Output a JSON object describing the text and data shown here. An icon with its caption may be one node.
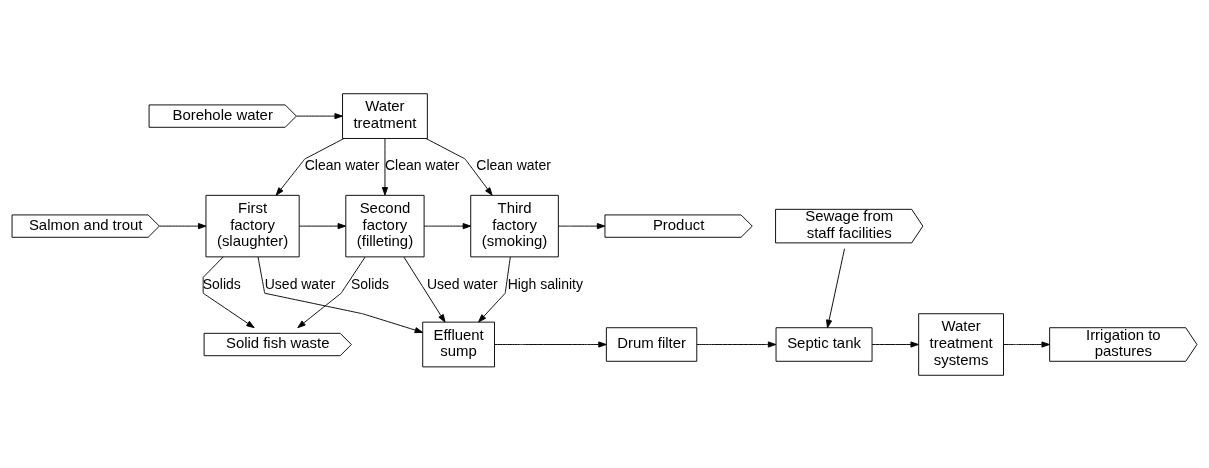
{
  "diagram": {
    "nodes": [
      {
        "text": [
          "Borehole water"
        ]
      },
      {
        "text": [
          "Water treatment"
        ]
      },
      {
        "text": [
          "Salmon and trout"
        ]
      },
      {
        "text": [
          "First factory (slaughter)"
        ]
      },
      {
        "text": [
          "Second factory (filleting)"
        ]
      },
      {
        "text": [
          "Third factory (smoking)"
        ]
      },
      {
        "text": [
          "Product"
        ]
      },
      {
        "text": [
          "Solid fish waste"
        ]
      },
      {
        "text": [
          "Effluent sump"
        ]
      },
      {
        "text": [
          "Drum filter"
        ]
      },
      {
        "text": [
          "Septic tank"
        ]
      },
      {
        "text": [
          "Water treatment systems"
        ]
      },
      {
        "text": [
          "Irrigation to pastures"
        ]
      },
      {
        "text": [
          "Sewage from staff facilities"
        ]
      }
    ],
    "edges": [
      {
        "from": 0,
        "to": 1,
        "arrow": "to"
      },
      {
        "from": 1,
        "to": 3,
        "arrow": "to",
        "label": "Clean water"
      },
      {
        "from": 1,
        "to": 4,
        "arrow": "to",
        "label": "Clean water"
      },
      {
        "from": 1,
        "to": 5,
        "arrow": "to",
        "label": "Clean water"
      },
      {
        "from": 2,
        "to": 3,
        "arrow": "to"
      },
      {
        "from": 3,
        "to": 4,
        "arrow": "to"
      },
      {
        "from": 4,
        "to": 5,
        "arrow": "to"
      },
      {
        "from": 5,
        "to": 6,
        "arrow": "to"
      },
      {
        "from": 3,
        "to": 7,
        "arrow": "to",
        "label": "Solids"
      },
      {
        "from": 4,
        "to": 7,
        "arrow": "to",
        "label": "Solids"
      },
      {
        "from": 5,
        "to": 8,
        "arrow": "to",
        "label": "High salinity"
      },
      {
        "from": 3,
        "to": 8,
        "arrow": "to",
        "label": "Used water"
      },
      {
        "from": 4,
        "to": 8,
        "arrow": "to",
        "label": "Used water"
      },
      {
        "from": 8,
        "to": 9,
        "arrow": "to"
      },
      {
        "from": 9,
        "to": 10,
        "arrow": "to"
      },
      {
        "from": 10,
        "to": 11,
        "arrow": "to"
      },
      {
        "from": 11,
        "to": 12,
        "arrow": "to"
      },
      {
        "from": 13,
        "to": 10,
        "arrow": "to"
      }
    ]
  }
}
